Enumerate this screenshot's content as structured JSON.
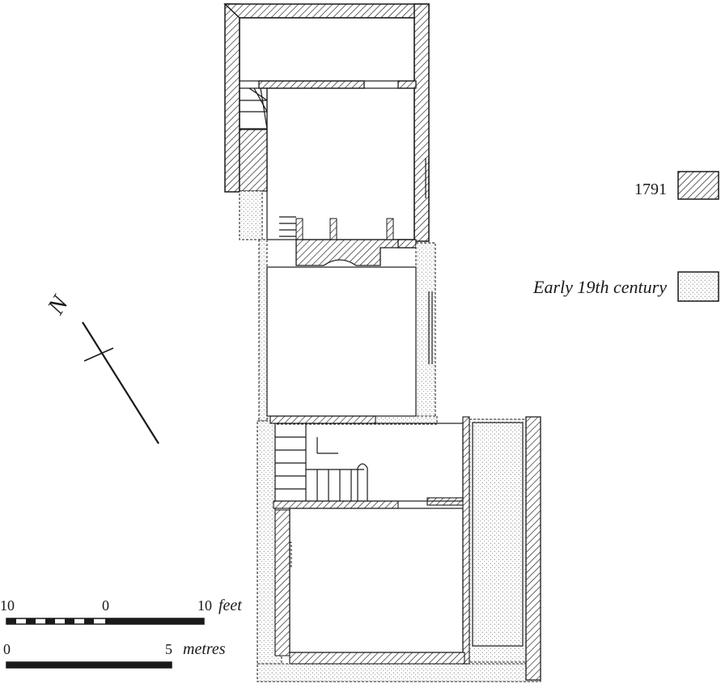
{
  "legend": {
    "items": [
      {
        "label": "1791",
        "swatch": "hatched"
      },
      {
        "label": "Early 19th century",
        "swatch": "stippled"
      }
    ]
  },
  "north_arrow": {
    "label": "N"
  },
  "scale_bars": {
    "feet": {
      "left_label": "10",
      "mid_label": "0",
      "right_label": "10",
      "unit": "feet"
    },
    "metres": {
      "left_label": "0",
      "right_label": "5",
      "unit": "metres"
    }
  },
  "colors": {
    "ink": "#1a1a1a",
    "paper": "#ffffff"
  }
}
